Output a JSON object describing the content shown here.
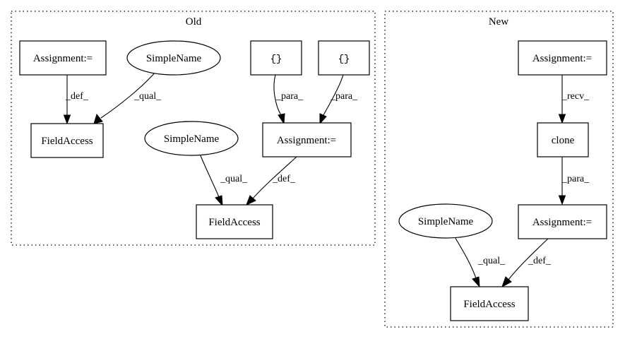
{
  "clusters": {
    "old": {
      "title": "Old"
    },
    "new": {
      "title": "New"
    }
  },
  "nodes": {
    "old_assign_left": "Assignment:=",
    "old_simplename_top": "SimpleName",
    "old_brace_left": "{}",
    "old_brace_right": "{}",
    "old_fieldaccess_left": "FieldAccess",
    "old_simplename_mid": "SimpleName",
    "old_assign_right": "Assignment:=",
    "old_fieldaccess_bottom": "FieldAccess",
    "new_assign_top": "Assignment:=",
    "new_clone": "clone",
    "new_simplename": "SimpleName",
    "new_assign_bottom": "Assignment:=",
    "new_fieldaccess": "FieldAccess"
  },
  "edges": {
    "old_def_left": "_def_",
    "old_qual_top": "_qual_",
    "old_para_left": "_para_",
    "old_para_right": "_para_",
    "old_qual_mid": "_qual_",
    "old_def_right": "_def_",
    "new_recv": "_recv_",
    "new_para": "_para_",
    "new_qual": "_qual_",
    "new_def": "_def_"
  }
}
